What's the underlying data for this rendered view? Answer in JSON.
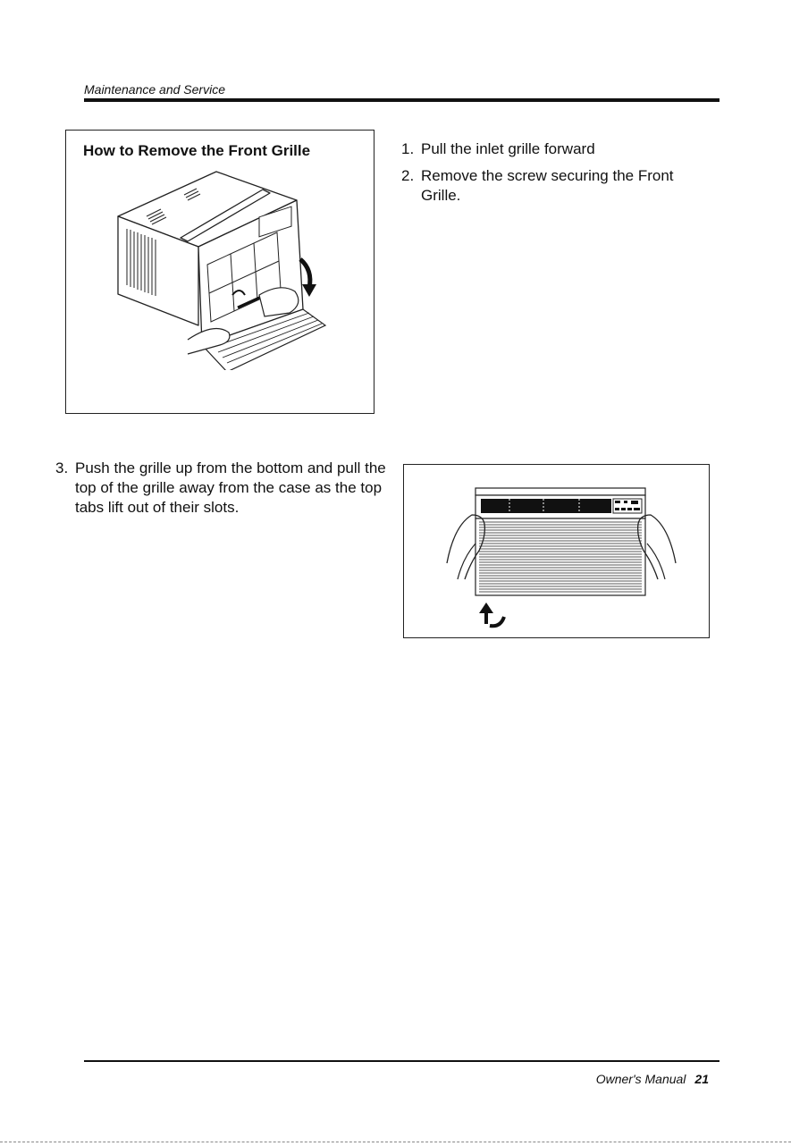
{
  "header": {
    "section_title": "Maintenance and Service"
  },
  "figure1": {
    "title": "How to Remove the Front Grille"
  },
  "steps": [
    {
      "num": "1.",
      "text": "Pull the inlet grille forward"
    },
    {
      "num": "2.",
      "text": "Remove the screw securing the Front Grille."
    }
  ],
  "step3": {
    "num": "3.",
    "text": "Push the grille up from the bottom and pull  the top of the grille away from the case as the top tabs lift out of their slots."
  },
  "footer": {
    "label": "Owner's Manual",
    "page": "21"
  },
  "icons": {
    "figure1": "air-conditioner-grille-removal-illustration",
    "figure2": "front-grille-lift-illustration",
    "arrow_down": "curved-arrow-down-icon",
    "arrow_up": "curved-arrow-up-icon"
  }
}
